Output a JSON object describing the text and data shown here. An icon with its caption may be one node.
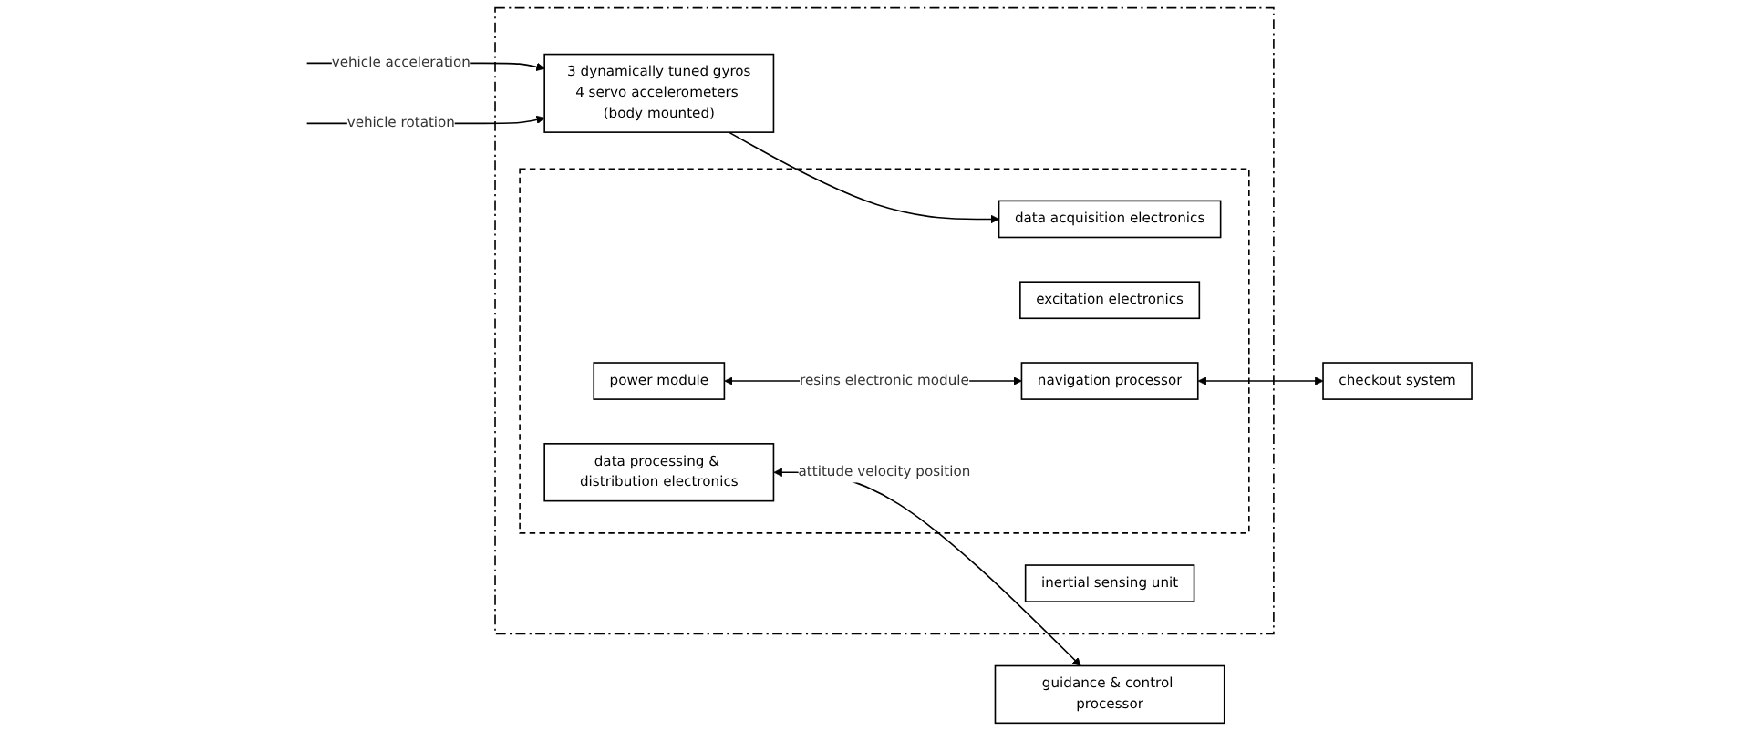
{
  "diagram": {
    "nodes": [
      {
        "text": [],
        "shape": "box"
      },
      {
        "text": [
          "inertial sensing unit"
        ],
        "in": 0
      },
      {
        "text": [
          "3 dynamically tuned gyros",
          "4 servo accelerometers (body mounted)"
        ],
        "in": 0
      },
      {
        "text": [],
        "shape": "box",
        "in": 0
      },
      {
        "text": [
          "data processing & distribution electronics"
        ],
        "in": 3
      },
      {
        "text": [
          "data acquisition electronics"
        ],
        "in": 3
      },
      {
        "text": [
          "excitation electronics"
        ],
        "in": 3
      },
      {
        "text": [
          "power module"
        ],
        "in": 3
      },
      {
        "text": [
          "navigation processor"
        ],
        "in": 3
      },
      {
        "text": [
          "guidance & control processor"
        ]
      },
      {
        "text": [
          "checkout system"
        ]
      }
    ],
    "edges": [
      {
        "from": null,
        "to": 2,
        "arrow": "to",
        "label": "vehicle acceleration"
      },
      {
        "from": null,
        "to": 2,
        "arrow": "to",
        "label": "vehicle rotation"
      },
      {
        "from": 2,
        "to": 5,
        "arrow": "to"
      },
      {
        "from": 4,
        "to": 9,
        "arrow": "both",
        "label": "attitude velocity position"
      },
      {
        "from": 7,
        "to": 8,
        "arrow": "both",
        "label": "resins electronic module"
      },
      {
        "from": 8,
        "to": 10,
        "arrow": "both"
      }
    ]
  }
}
